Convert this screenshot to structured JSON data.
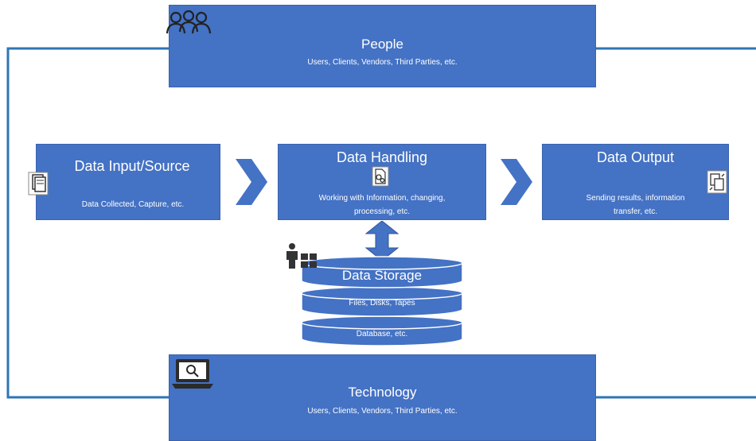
{
  "people": {
    "title": "People",
    "subtitle": "Users, Clients, Vendors, Third Parties, etc."
  },
  "technology": {
    "title": "Technology",
    "subtitle": "Users, Clients, Vendors, Third Parties, etc."
  },
  "input": {
    "title": "Data Input/Source",
    "subtitle": "Data Collected, Capture, etc."
  },
  "handling": {
    "title": "Data Handling",
    "subtitle_line1": "Working with Information, changing,",
    "subtitle_line2": "processing, etc."
  },
  "output": {
    "title": "Data Output",
    "subtitle_line1": "Sending results, information",
    "subtitle_line2": "transfer, etc."
  },
  "storage": {
    "title": "Data Storage",
    "layer2": "Files, Disks, Tapes",
    "layer3": "Database, etc."
  },
  "colors": {
    "box_fill": "#4472c4",
    "box_border": "#3a63ad",
    "frame_line": "#2e75b6",
    "text": "#ffffff"
  },
  "icons": {
    "people": "people-group-icon",
    "technology": "laptop-search-icon",
    "input": "document-stack-icon",
    "handling": "gear-document-icon",
    "output": "data-transfer-icon",
    "storage": "worker-boxes-icon"
  }
}
